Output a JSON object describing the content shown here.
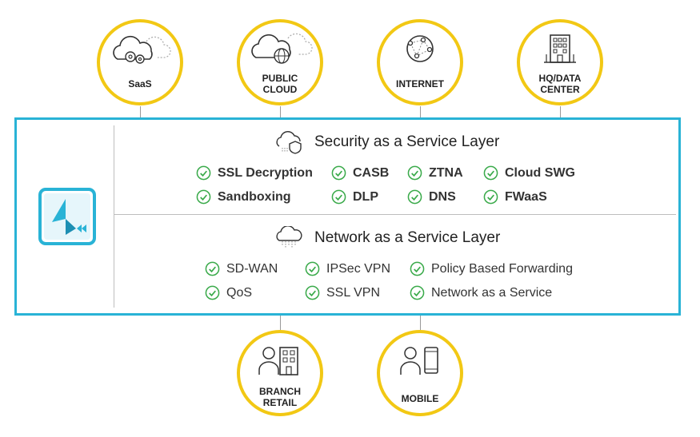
{
  "top_nodes": [
    {
      "label": "SaaS",
      "icon": "cloud-gears-icon"
    },
    {
      "label": "PUBLIC\nCLOUD",
      "icon": "cloud-globe-icon"
    },
    {
      "label": "INTERNET",
      "icon": "network-globe-icon"
    },
    {
      "label": "HQ/DATA\nCENTER",
      "icon": "office-building-icon"
    }
  ],
  "bottom_nodes": [
    {
      "label": "BRANCH\nRETAIL",
      "icon": "person-building-icon"
    },
    {
      "label": "MOBILE",
      "icon": "person-phone-icon"
    }
  ],
  "security_layer": {
    "title": "Security as a Service Layer",
    "icon": "cloud-shield-icon",
    "items": [
      "SSL Decryption",
      "CASB",
      "ZTNA",
      "Cloud SWG",
      "Sandboxing",
      "DLP",
      "DNS",
      "FWaaS"
    ]
  },
  "network_layer": {
    "title": "Network as a Service Layer",
    "icon": "cloud-network-icon",
    "items": [
      "SD-WAN",
      "IPSec VPN",
      "Policy Based Forwarding",
      "QoS",
      "SSL VPN",
      "Network as a Service"
    ]
  },
  "colors": {
    "node_ring": "#f2c814",
    "frame": "#29b3d6",
    "check": "#3aaa4a",
    "logo": "#29b3d6"
  }
}
